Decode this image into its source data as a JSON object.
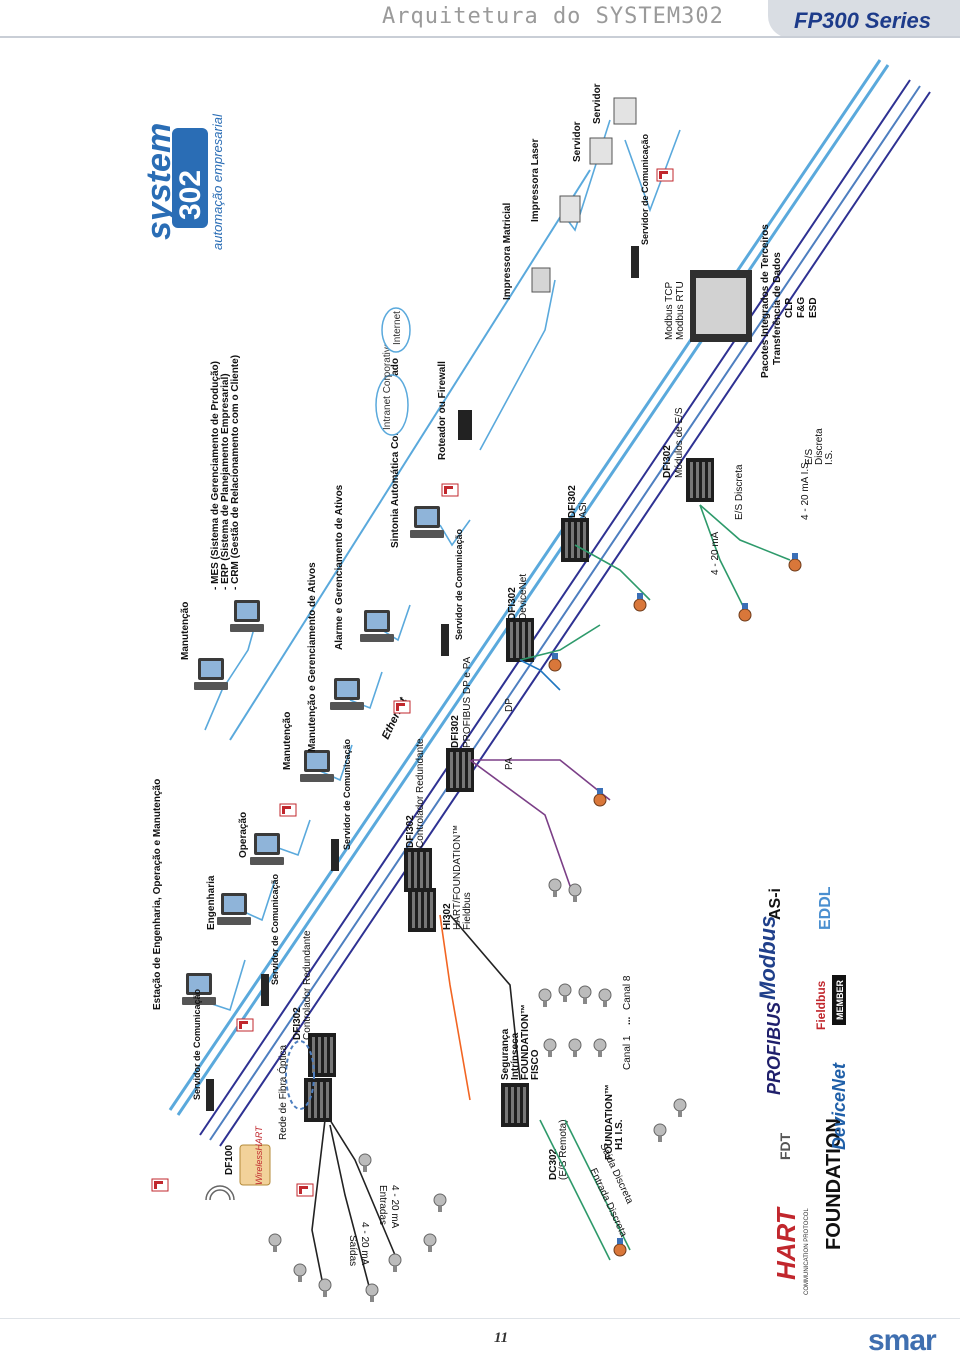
{
  "header": {
    "title": "Arquitetura do SYSTEM302",
    "series": "FP300 Series"
  },
  "brand": {
    "system_word": "system",
    "system_number": "302",
    "tagline": "automação empresarial",
    "footer_logo": "smar"
  },
  "page_number": "11",
  "colors": {
    "ethernet": "#5aa9dc",
    "backbone": "#2e3192",
    "hse_blue": "#4e7fc0",
    "profibus": "#7b3f87",
    "hart": "#f26522",
    "foundation": "#2e9a6b",
    "dark": "#222222"
  },
  "workstations": {
    "top": [
      "Estação de Engenharia, Operação e Manutenção",
      "Engenharia",
      "Operação",
      "Manutenção",
      "Manutenção e Gerenciamento de Ativos",
      "Alarme e Gerenciamento de Ativos",
      "Sintonia Automática Controle Avançado"
    ],
    "manutencao_top": "Manutenção"
  },
  "enterprise": {
    "items": [
      "- MES (Sistema de Gerenciamento de Produção)",
      "- ERP (Sistema de Planejamento Empresarial)",
      "- CRM (Gestão de Relacionamento com o Cliente)"
    ]
  },
  "network": {
    "ethernet_label": "Ethernet",
    "intranet": "Intranet Corporativa",
    "internet": "Internet",
    "router": "Roteador ou Firewall",
    "fiber": "Rede de Fibra Óptica"
  },
  "servers": {
    "comm_server": "Servidor de Comunicação",
    "printer_matrix": "Impressora Matricial",
    "printer_laser": "Impressora Laser",
    "server": "Servidor"
  },
  "controllers": {
    "df100": "DF100",
    "wireless_hart": "WirelessHART",
    "dfi_redundant": "DFI302",
    "dfi_redundant_sub": "Controlador Redundante",
    "hi302": "HI302",
    "hi302_sub1": "HART/FOUNDATION™",
    "hi302_sub2": "Fieldbus",
    "dfi_profibus": "DFI302",
    "dfi_profibus_sub": "PROFIBUS DP e PA",
    "dfi_devicenet": "DFI302",
    "dfi_devicenet_sub": "DeviceNet",
    "dfi_asi": "DFI302",
    "dfi_asi_sub": "ASi",
    "dfi_io": "DFI302",
    "dfi_io_sub": "Módulos de E/S",
    "dc302": "DC302",
    "dc302_sub": "(E/S Remota)"
  },
  "field": {
    "saidas": "Saídas",
    "saidas_ma": "4 - 20 mA",
    "entradas": "Entradas",
    "entradas_ma": "4 - 20 mA",
    "fisco_1": "Segurança",
    "fisco_2": "Intrínseca",
    "fisco_3": "FOUNDATION™",
    "fisco_4": "FISCO",
    "canal_1": "Canal 1",
    "canal_8": "Canal 8",
    "ellipsis": "...",
    "ff_h1": "FOUNDATION™",
    "ff_h1_sub": "H1 I.S.",
    "entrada_discreta": "Entrada Discreta",
    "saida_discreta": "Saída Discreta",
    "pa": "PA",
    "dp": "DP",
    "io_ma": "4 - 20 mA",
    "io_discreta": "E/S Discreta",
    "io_ma_is": "4 - 20 mA I.S.",
    "io_discreta_is_1": "E/S",
    "io_discreta_is_2": "Discreta",
    "io_discreta_is_3": "I.S."
  },
  "third_party": {
    "modbus_tcp": "Modbus TCP",
    "modbus_rtu": "Modbus RTU",
    "title": "Pacotes Integrados de Terceiros",
    "subtitle": "Transferência de Dados",
    "clp": "CLP",
    "fg": "F&G",
    "esd": "ESD"
  },
  "logos": {
    "hart": "HART",
    "hart_sub": "COMMUNICATION PROTOCOL",
    "fieldbus": "Fieldbus",
    "fieldbus_sub": "FOUNDATION",
    "member": "MEMBER",
    "profibus": "PROFIBUS",
    "devicenet": "DeviceNet",
    "modbus": "Modbus",
    "asi": "AS-i",
    "fdt": "FDT",
    "eddl": "EDDL"
  }
}
